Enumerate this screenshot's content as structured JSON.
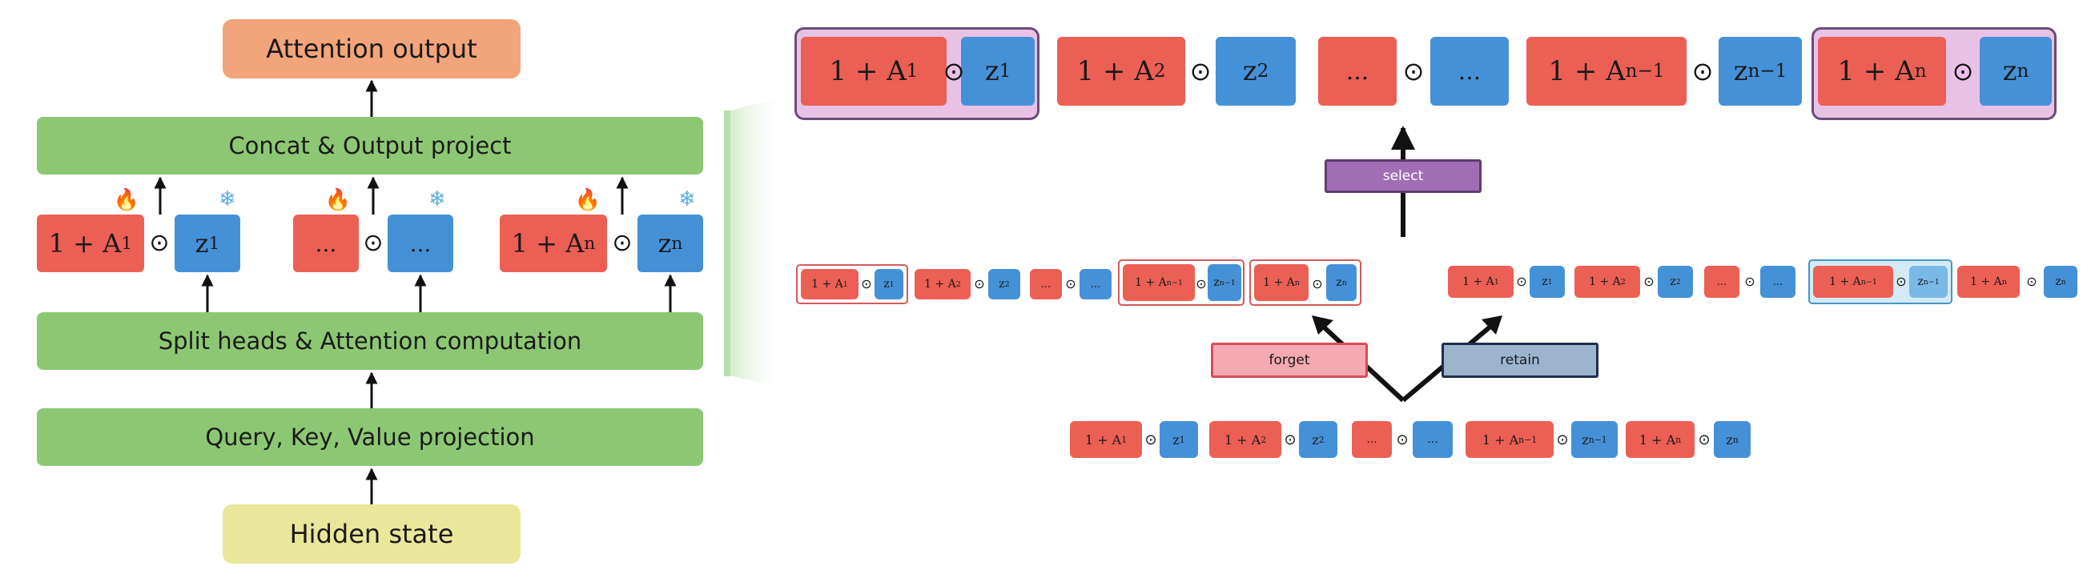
{
  "left_diagram": {
    "attention_output": "Attention output",
    "concat_output": "Concat & Output project",
    "split_heads": "Split heads & Attention computation",
    "qkv_projection": "Query, Key, Value projection",
    "hidden_state": "Hidden state",
    "heads": [
      {
        "a": "1 + A",
        "a_sub": "1",
        "z": "z",
        "z_sub": "1"
      },
      {
        "a": "...",
        "a_sub": "",
        "z": "...",
        "z_sub": ""
      },
      {
        "a": "1 + A",
        "a_sub": "n",
        "z": "z",
        "z_sub": "n"
      }
    ],
    "trainable_icon": "fire-icon",
    "frozen_icon": "snowflake-icon"
  },
  "right_diagram": {
    "select_label": "select",
    "forget_label": "forget",
    "retain_label": "retain",
    "operator": "⊙",
    "pairs": [
      {
        "a": "1 + A",
        "a_sub": "1",
        "z": "z",
        "z_sub": "1"
      },
      {
        "a": "1 + A",
        "a_sub": "2",
        "z": "z",
        "z_sub": "2"
      },
      {
        "a": "...",
        "a_sub": "",
        "z": "...",
        "z_sub": ""
      },
      {
        "a": "1 + A",
        "a_sub": "n−1",
        "z": "z",
        "z_sub": "n−1"
      },
      {
        "a": "1 + A",
        "a_sub": "n",
        "z": "z",
        "z_sub": "n"
      }
    ]
  },
  "colors": {
    "stage_green": "#8cc873",
    "attention_orange": "#f2a47b",
    "hidden_yellow": "#e9e79a",
    "head_red": "#ec5f54",
    "head_blue": "#4591d8",
    "select_purple": "#a16eb5",
    "forget_pink": "#f4a9b3",
    "retain_blue": "#9db4cd"
  }
}
